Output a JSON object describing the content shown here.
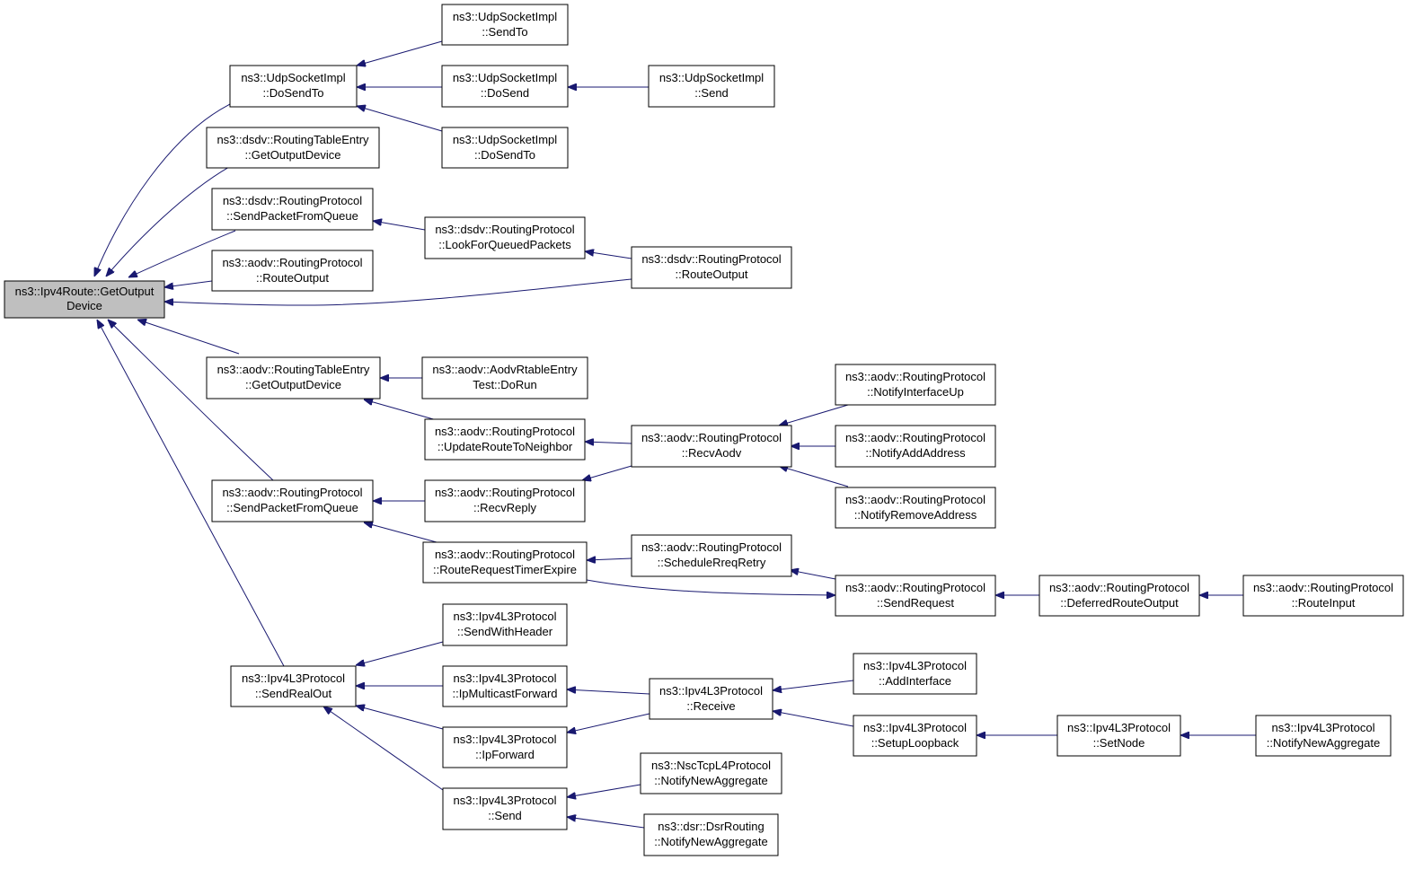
{
  "colors": {
    "edge": "#191970",
    "node_border": "#000000",
    "root_fill": "#bfbfbf",
    "node_fill": "#ffffff"
  },
  "nodes": [
    {
      "id": "root",
      "lines": [
        "ns3::Ipv4Route::GetOutput",
        "Device"
      ]
    },
    {
      "id": "udp_dosendto",
      "lines": [
        "ns3::UdpSocketImpl",
        "::DoSendTo"
      ]
    },
    {
      "id": "udp_sendto",
      "lines": [
        "ns3::UdpSocketImpl",
        "::SendTo"
      ]
    },
    {
      "id": "udp_dosend",
      "lines": [
        "ns3::UdpSocketImpl",
        "::DoSend"
      ]
    },
    {
      "id": "udp_send",
      "lines": [
        "ns3::UdpSocketImpl",
        "::Send"
      ]
    },
    {
      "id": "udp_dosendto2",
      "lines": [
        "ns3::UdpSocketImpl",
        "::DoSendTo"
      ]
    },
    {
      "id": "dsdv_rte_god",
      "lines": [
        "ns3::dsdv::RoutingTableEntry",
        "::GetOutputDevice"
      ]
    },
    {
      "id": "dsdv_spfq",
      "lines": [
        "ns3::dsdv::RoutingProtocol",
        "::SendPacketFromQueue"
      ]
    },
    {
      "id": "dsdv_lfqp",
      "lines": [
        "ns3::dsdv::RoutingProtocol",
        "::LookForQueuedPackets"
      ]
    },
    {
      "id": "dsdv_ro",
      "lines": [
        "ns3::dsdv::RoutingProtocol",
        "::RouteOutput"
      ]
    },
    {
      "id": "aodv_ro",
      "lines": [
        "ns3::aodv::RoutingProtocol",
        "::RouteOutput"
      ]
    },
    {
      "id": "aodv_rte_god",
      "lines": [
        "ns3::aodv::RoutingTableEntry",
        "::GetOutputDevice"
      ]
    },
    {
      "id": "aodv_test",
      "lines": [
        "ns3::aodv::AodvRtableEntry",
        "Test::DoRun"
      ]
    },
    {
      "id": "aodv_urtn",
      "lines": [
        "ns3::aodv::RoutingProtocol",
        "::UpdateRouteToNeighbor"
      ]
    },
    {
      "id": "aodv_recvaodv",
      "lines": [
        "ns3::aodv::RoutingProtocol",
        "::RecvAodv"
      ]
    },
    {
      "id": "aodv_niu",
      "lines": [
        "ns3::aodv::RoutingProtocol",
        "::NotifyInterfaceUp"
      ]
    },
    {
      "id": "aodv_naa",
      "lines": [
        "ns3::aodv::RoutingProtocol",
        "::NotifyAddAddress"
      ]
    },
    {
      "id": "aodv_nra",
      "lines": [
        "ns3::aodv::RoutingProtocol",
        "::NotifyRemoveAddress"
      ]
    },
    {
      "id": "aodv_spfq",
      "lines": [
        "ns3::aodv::RoutingProtocol",
        "::SendPacketFromQueue"
      ]
    },
    {
      "id": "aodv_recvreply",
      "lines": [
        "ns3::aodv::RoutingProtocol",
        "::RecvReply"
      ]
    },
    {
      "id": "aodv_rrte",
      "lines": [
        "ns3::aodv::RoutingProtocol",
        "::RouteRequestTimerExpire"
      ]
    },
    {
      "id": "aodv_srr",
      "lines": [
        "ns3::aodv::RoutingProtocol",
        "::ScheduleRreqRetry"
      ]
    },
    {
      "id": "aodv_sendreq",
      "lines": [
        "ns3::aodv::RoutingProtocol",
        "::SendRequest"
      ]
    },
    {
      "id": "aodv_dro",
      "lines": [
        "ns3::aodv::RoutingProtocol",
        "::DeferredRouteOutput"
      ]
    },
    {
      "id": "aodv_ri",
      "lines": [
        "ns3::aodv::RoutingProtocol",
        "::RouteInput"
      ]
    },
    {
      "id": "ipv4_sro",
      "lines": [
        "ns3::Ipv4L3Protocol",
        "::SendRealOut"
      ]
    },
    {
      "id": "ipv4_swh",
      "lines": [
        "ns3::Ipv4L3Protocol",
        "::SendWithHeader"
      ]
    },
    {
      "id": "ipv4_imf",
      "lines": [
        "ns3::Ipv4L3Protocol",
        "::IpMulticastForward"
      ]
    },
    {
      "id": "ipv4_recv",
      "lines": [
        "ns3::Ipv4L3Protocol",
        "::Receive"
      ]
    },
    {
      "id": "ipv4_addif",
      "lines": [
        "ns3::Ipv4L3Protocol",
        "::AddInterface"
      ]
    },
    {
      "id": "ipv4_setuplb",
      "lines": [
        "ns3::Ipv4L3Protocol",
        "::SetupLoopback"
      ]
    },
    {
      "id": "ipv4_setnode",
      "lines": [
        "ns3::Ipv4L3Protocol",
        "::SetNode"
      ]
    },
    {
      "id": "ipv4_nna",
      "lines": [
        "ns3::Ipv4L3Protocol",
        "::NotifyNewAggregate"
      ]
    },
    {
      "id": "ipv4_ipfwd",
      "lines": [
        "ns3::Ipv4L3Protocol",
        "::IpForward"
      ]
    },
    {
      "id": "ipv4_send",
      "lines": [
        "ns3::Ipv4L3Protocol",
        "::Send"
      ]
    },
    {
      "id": "nsc_nna",
      "lines": [
        "ns3::NscTcpL4Protocol",
        "::NotifyNewAggregate"
      ]
    },
    {
      "id": "dsr_nna",
      "lines": [
        "ns3::dsr::DsrRouting",
        "::NotifyNewAggregate"
      ]
    }
  ]
}
